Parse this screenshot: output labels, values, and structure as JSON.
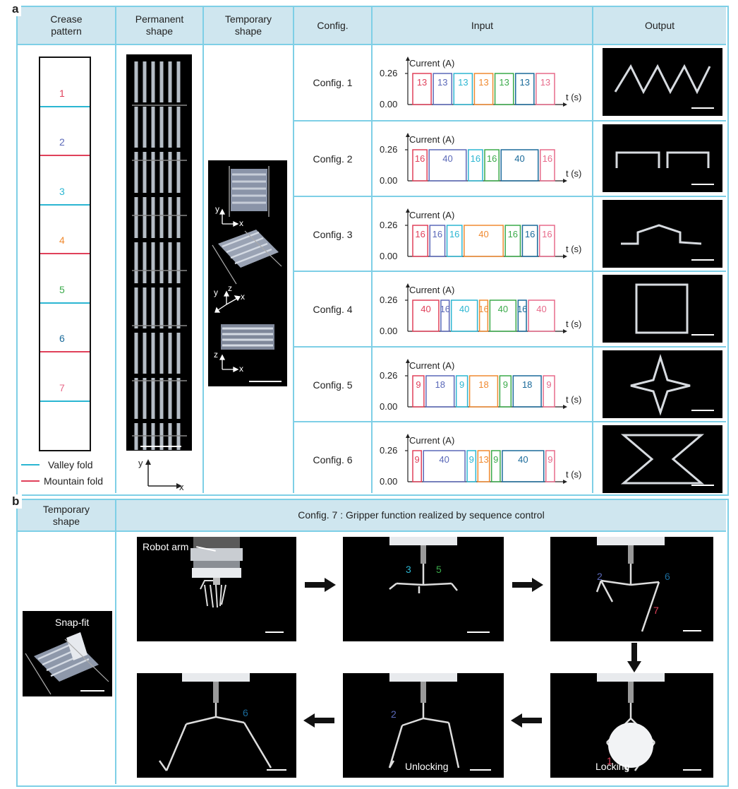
{
  "panel_a": {
    "letter": "a",
    "headers": [
      "Crease\npattern",
      "Permanent\nshape",
      "Temporary\nshape",
      "Config.",
      "Input",
      "Output"
    ],
    "crease_labels": [
      {
        "n": "1",
        "color": "#e0405a"
      },
      {
        "n": "2",
        "color": "#5a68b8"
      },
      {
        "n": "3",
        "color": "#2bb6d2"
      },
      {
        "n": "4",
        "color": "#f08a30"
      },
      {
        "n": "5",
        "color": "#3aaa4a"
      },
      {
        "n": "6",
        "color": "#1a6a9a"
      },
      {
        "n": "7",
        "color": "#e76a8a"
      }
    ],
    "legend": {
      "valley": "Valley fold",
      "mountain": "Mountain fold",
      "valley_color": "#2bb6d2",
      "mountain_color": "#e0405a"
    },
    "axes_labels": {
      "y": "y",
      "x": "x",
      "z": "z"
    },
    "configs": [
      {
        "label": "Config. 1",
        "pulses": [
          {
            "v": "13",
            "w": 1,
            "c": "#e0405a"
          },
          {
            "v": "13",
            "w": 1,
            "c": "#5a68b8"
          },
          {
            "v": "13",
            "w": 1,
            "c": "#2bb6d2"
          },
          {
            "v": "13",
            "w": 1,
            "c": "#f08a30"
          },
          {
            "v": "13",
            "w": 1,
            "c": "#3aaa4a"
          },
          {
            "v": "13",
            "w": 1,
            "c": "#1a6a9a"
          },
          {
            "v": "13",
            "w": 1,
            "c": "#e76a8a"
          }
        ]
      },
      {
        "label": "Config. 2",
        "pulses": [
          {
            "v": "16",
            "w": 1,
            "c": "#e0405a"
          },
          {
            "v": "40",
            "w": 2.6,
            "c": "#5a68b8"
          },
          {
            "v": "16",
            "w": 1,
            "c": "#2bb6d2"
          },
          {
            "v": "16",
            "w": 1,
            "c": "#3aaa4a"
          },
          {
            "v": "40",
            "w": 2.6,
            "c": "#1a6a9a"
          },
          {
            "v": "16",
            "w": 1,
            "c": "#e76a8a"
          }
        ]
      },
      {
        "label": "Config. 3",
        "pulses": [
          {
            "v": "16",
            "w": 1,
            "c": "#e0405a"
          },
          {
            "v": "16",
            "w": 1,
            "c": "#5a68b8"
          },
          {
            "v": "16",
            "w": 1,
            "c": "#2bb6d2"
          },
          {
            "v": "40",
            "w": 2.6,
            "c": "#f08a30"
          },
          {
            "v": "16",
            "w": 1,
            "c": "#3aaa4a"
          },
          {
            "v": "16",
            "w": 1,
            "c": "#1a6a9a"
          },
          {
            "v": "16",
            "w": 1,
            "c": "#e76a8a"
          }
        ]
      },
      {
        "label": "Config. 4",
        "pulses": [
          {
            "v": "40",
            "w": 2.2,
            "c": "#e0405a"
          },
          {
            "v": "16",
            "w": 0.7,
            "c": "#5a68b8"
          },
          {
            "v": "40",
            "w": 2.2,
            "c": "#2bb6d2"
          },
          {
            "v": "16",
            "w": 0.7,
            "c": "#f08a30"
          },
          {
            "v": "40",
            "w": 2.2,
            "c": "#3aaa4a"
          },
          {
            "v": "16",
            "w": 0.7,
            "c": "#1a6a9a"
          },
          {
            "v": "40",
            "w": 2.2,
            "c": "#e76a8a"
          }
        ]
      },
      {
        "label": "Config. 5",
        "pulses": [
          {
            "v": "9",
            "w": 0.8,
            "c": "#e0405a"
          },
          {
            "v": "18",
            "w": 2,
            "c": "#5a68b8"
          },
          {
            "v": "9",
            "w": 0.8,
            "c": "#2bb6d2"
          },
          {
            "v": "18",
            "w": 2,
            "c": "#f08a30"
          },
          {
            "v": "9",
            "w": 0.8,
            "c": "#3aaa4a"
          },
          {
            "v": "18",
            "w": 2,
            "c": "#1a6a9a"
          },
          {
            "v": "9",
            "w": 0.8,
            "c": "#e76a8a"
          }
        ]
      },
      {
        "label": "Config. 6",
        "pulses": [
          {
            "v": "9",
            "w": 0.75,
            "c": "#e0405a"
          },
          {
            "v": "40",
            "w": 3.6,
            "c": "#5a68b8"
          },
          {
            "v": "9",
            "w": 0.75,
            "c": "#2bb6d2"
          },
          {
            "v": "13",
            "w": 1,
            "c": "#f08a30"
          },
          {
            "v": "9",
            "w": 0.75,
            "c": "#3aaa4a"
          },
          {
            "v": "40",
            "w": 3.6,
            "c": "#1a6a9a"
          },
          {
            "v": "9",
            "w": 0.75,
            "c": "#e76a8a"
          }
        ]
      }
    ],
    "chart": {
      "ylabel": "Current (A)",
      "xlabel": "t (s)",
      "y_high": "0.26",
      "y_low": "0.00"
    }
  },
  "panel_b": {
    "letter": "b",
    "header_left": "Temporary\nshape",
    "header_right": "Config. 7 : Gripper function realized by sequence control",
    "snap_fit": "Snap-fit",
    "robot_arm": "Robot arm",
    "labels": {
      "n3": "3",
      "n5": "5",
      "n2a": "2",
      "n6a": "6",
      "n7": "7",
      "n1": "1",
      "n2b": "2",
      "n6b": "6",
      "locking": "Locking",
      "unlocking": "Unlocking"
    }
  }
}
